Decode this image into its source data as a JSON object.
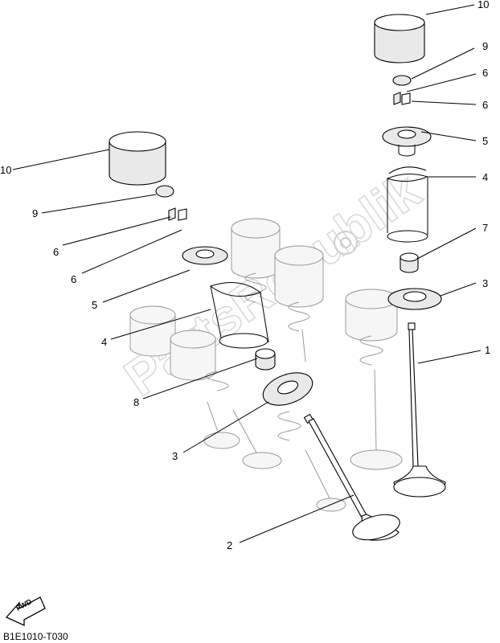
{
  "diagram": {
    "callouts": {
      "c10_top": "10",
      "c9_top": "9",
      "c6_top_a": "6",
      "c6_top_b": "6",
      "c5_top": "5",
      "c4_top": "4",
      "c7": "7",
      "c3_top": "3",
      "c1": "1",
      "c10_left": "10",
      "c9_left": "9",
      "c6_left_a": "6",
      "c6_left_b": "6",
      "c5_left": "5",
      "c4_left": "4",
      "c8": "8",
      "c3_left": "3",
      "c2": "2"
    },
    "fwd_label": "FWD",
    "figure_code": "B1E1010-T030",
    "watermark": "PartsRepublik"
  }
}
